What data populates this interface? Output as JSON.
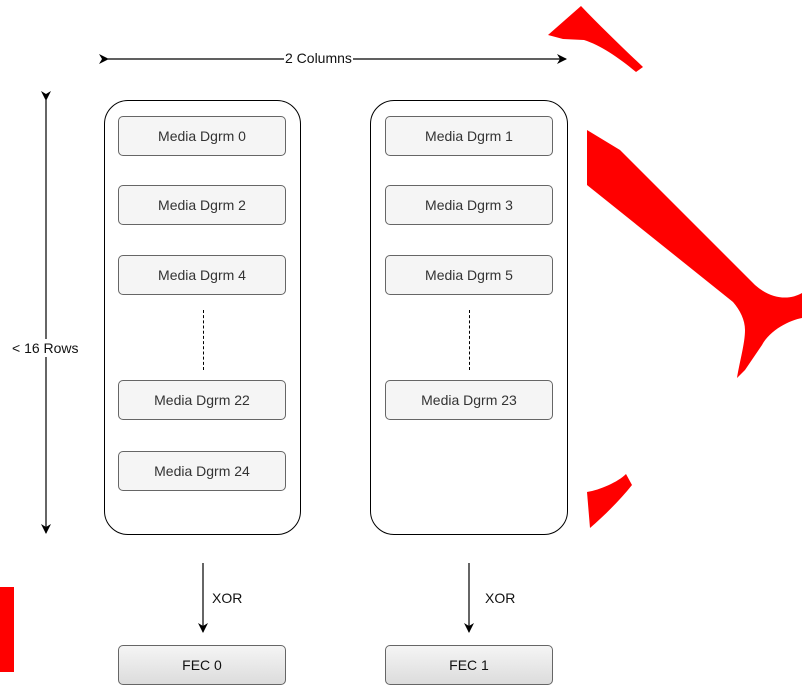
{
  "diagram": {
    "columns_label": "2 Columns",
    "rows_label": "< 16 Rows",
    "column_0": {
      "datagrams": [
        "Media Dgrm 0",
        "Media Dgrm 2",
        "Media Dgrm 4",
        "Media Dgrm 22",
        "Media Dgrm 24"
      ],
      "xor_label": "XOR",
      "fec_label": "FEC 0"
    },
    "column_1": {
      "datagrams": [
        "Media Dgrm 1",
        "Media Dgrm 3",
        "Media Dgrm 5",
        "Media Dgrm 23"
      ],
      "xor_label": "XOR",
      "fec_label": "FEC 1"
    }
  },
  "colors": {
    "annotation_red": "#ff0000",
    "box_fill": "#f5f5f5",
    "outline": "#000000"
  }
}
